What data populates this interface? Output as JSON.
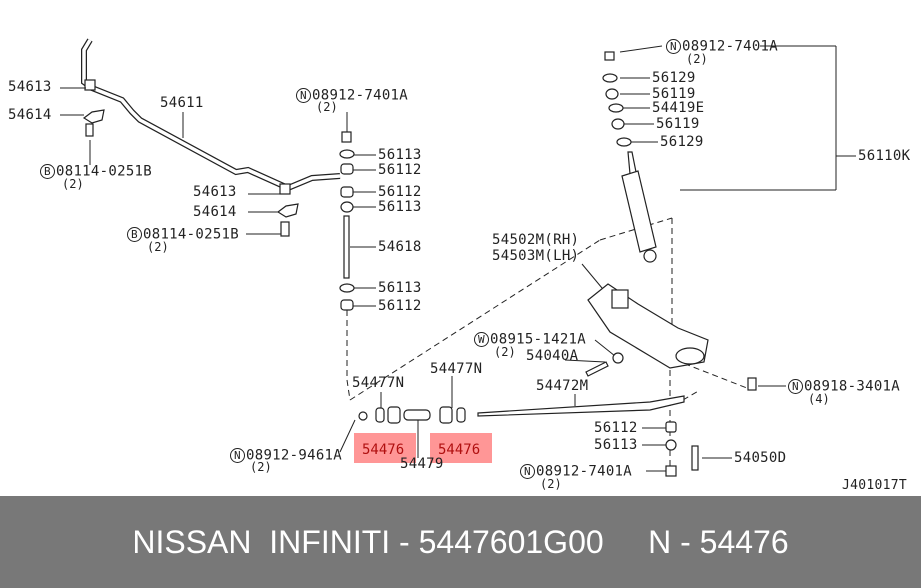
{
  "labels": {
    "p54613a": "54613",
    "p54614a": "54614",
    "b1": "08114-0251B",
    "b1q": "(2)",
    "p54611": "54611",
    "n1": "08912-7401A",
    "n1q": "(2)",
    "s1": "56113",
    "s2": "56112",
    "s3": "56112",
    "s4": "56113",
    "p54618": "54618",
    "s5": "56113",
    "s6": "56112",
    "p54613b": "54613",
    "p54614b": "54614",
    "b2": "08114-0251B",
    "b2q": "(2)",
    "n2": "08912-7401A",
    "n2q": "(2)",
    "r1": "56129",
    "r2": "56119",
    "r3": "54419E",
    "r4": "56119",
    "r5": "56129",
    "p56110k": "56110K",
    "arm_rh": "54502M(RH)",
    "arm_lh": "54503M(LH)",
    "w1": "08915-1421A",
    "w1q": "(2)",
    "p54040a": "54040A",
    "p54477na": "54477N",
    "p54477nb": "54477N",
    "p54472m": "54472M",
    "n3": "08918-3401A",
    "n3q": "(4)",
    "t1": "56112",
    "t2": "56113",
    "p54050d": "54050D",
    "h1": "54476",
    "h2": "54476",
    "p54479": "54479",
    "n4": "08912-9461A",
    "n4q": "(2)",
    "n5": "08912-7401A",
    "n5q": "(2)",
    "diagram_code": "J401017T"
  },
  "prefix": {
    "B": "B",
    "N": "N",
    "W": "W"
  },
  "footer": {
    "text": "NISSAN  INFINITI - 5447601G00     N - 54476"
  },
  "colors": {
    "highlight": "#ff5050",
    "footer_bg": "#787878"
  }
}
